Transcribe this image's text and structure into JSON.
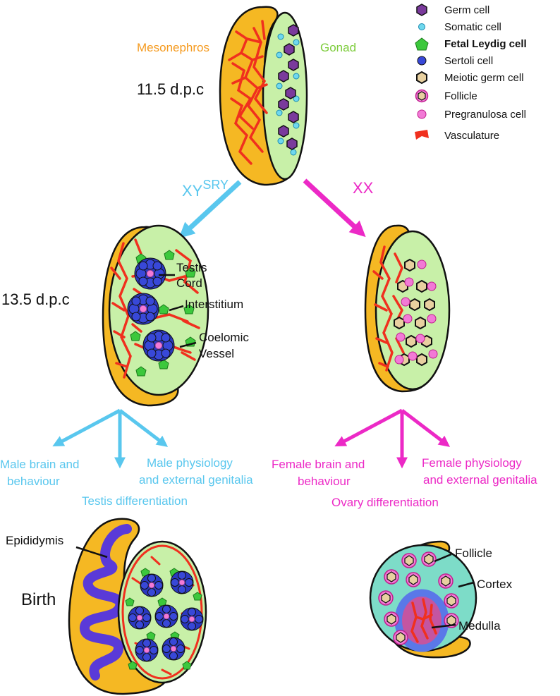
{
  "colors": {
    "mesonephros": "#f5b823",
    "mesonephros_stroke": "#111111",
    "gonad": "#c8f0a8",
    "gonad_teal": "#7ddcc8",
    "vessel": "#f0301e",
    "male_blue": "#59c7ee",
    "female_pink": "#ec29c6",
    "germ_purple": "#7a3a9c",
    "somatic_cyan": "#6fd8ee",
    "leydig_green": "#3cc83c",
    "sertoli_blue": "#3848d8",
    "meiotic_brown": "#8a5a2a",
    "pregranulosa_pink": "#f27ad6",
    "epididymis_purple": "#5a3ad8",
    "medulla_blue": "#5a78e8",
    "orange_text": "#f59a1e",
    "green_text": "#7ccc3a"
  },
  "legend": [
    {
      "label": "Germ cell",
      "icon": "germ-cell-icon"
    },
    {
      "label": "Somatic cell",
      "icon": "somatic-cell-icon"
    },
    {
      "label": "Fetal Leydig cell",
      "icon": "fetal-leydig-cell-icon"
    },
    {
      "label": "Sertoli cell",
      "icon": "sertoli-cell-icon"
    },
    {
      "label": "Meiotic germ cell",
      "icon": "meiotic-germ-cell-icon"
    },
    {
      "label": "Follicle",
      "icon": "follicle-icon"
    },
    {
      "label": "Pregranulosa cell",
      "icon": "pregranulosa-cell-icon"
    },
    {
      "label": "Vasculature",
      "icon": "vasculature-icon"
    }
  ],
  "labels": {
    "mesonephros": "Mesonephros",
    "gonad": "Gonad",
    "stage_1": "11.5 d.p.c",
    "stage_2": "13.5 d.p.c",
    "stage_3": "Birth",
    "xy_base": "XY",
    "xy_sup": "SRY",
    "xx": "XX",
    "testis_cord_1": "Testis",
    "testis_cord_2": "Cord",
    "interstitium": "Interstitium",
    "coelomic_1": "Coelomic",
    "coelomic_2": "Vessel",
    "male_brain_1": "Male brain and",
    "male_brain_2": "behaviour",
    "male_phys_1": "Male physiology",
    "male_phys_2": "and external genitalia",
    "testis_diff": "Testis differentiation",
    "female_brain_1": "Female brain and",
    "female_brain_2": "behaviour",
    "female_phys_1": "Female physiology",
    "female_phys_2": "and external genitalia",
    "ovary_diff": "Ovary differentiation",
    "epididymis": "Epididymis",
    "follicle": "Follicle",
    "cortex": "Cortex",
    "medulla": "Medulla"
  }
}
